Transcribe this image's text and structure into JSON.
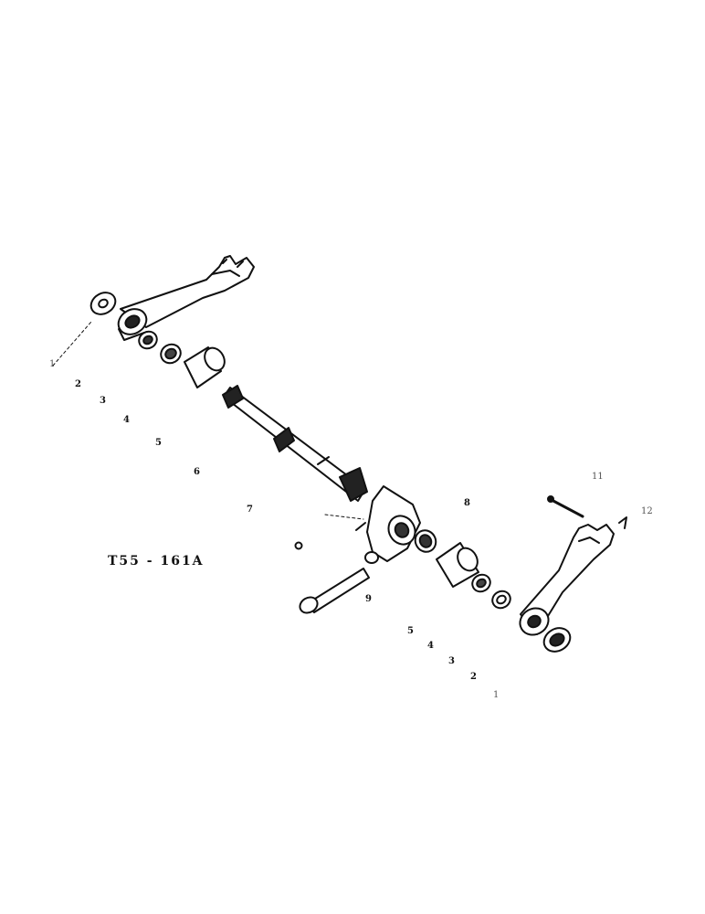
{
  "figure_code": "T55 - 161A",
  "callouts": {
    "left": [
      "1",
      "2",
      "3",
      "4",
      "5",
      "6",
      "7"
    ],
    "right": [
      "8",
      "11",
      "12",
      "9",
      "5",
      "4",
      "3",
      "2",
      "1"
    ]
  }
}
